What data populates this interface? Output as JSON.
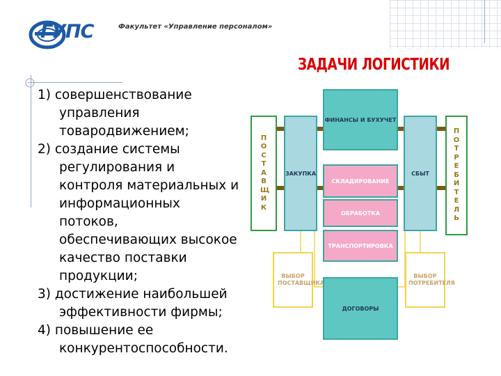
{
  "header": {
    "faculty_title": "Факультет «Управление персоналом»",
    "logo_text": "ГУПС"
  },
  "tasks": {
    "items": [
      "1) совершенствование управления товародвижением;",
      "2) создание системы регулирования и контроля материальных и информационных потоков, обеспечивающих высокое качество поставки продукции;",
      "3) достижение наибольшей эффективности фирмы;",
      "4) повышение ее конкурентоспособности."
    ]
  },
  "diagram": {
    "title": "ЗАДАЧИ ЛОГИСТИКИ",
    "suppliers": "ПОСТАВЩИК",
    "consumers": "ПОТРЕБИТЕЛЬ",
    "procurement": "ЗАКУПКА",
    "sales": "СБЫТ",
    "finance": "ФИНАНСЫ И БУХУЧЕТ",
    "warehousing": "СКЛАДИРОВАНИЕ",
    "processing": "ОБРАБОТКА",
    "transport": "ТРАНСПОРТИРОВКА",
    "supplier_choice": "ВЫБОР ПОСТАВЩИКА",
    "consumer_choice": "ВЫБОР ПОТРЕБИТЕЛЯ",
    "contracts": "ДОГОВОРЫ"
  },
  "colors": {
    "title_red": "#d80000",
    "brand_blue": "#1d5aa8",
    "box_teal": "#5fc7c2",
    "box_pink": "#f5a9c8",
    "border_yellow": "#f2d34a",
    "arrow_brown": "#7a5a14"
  }
}
